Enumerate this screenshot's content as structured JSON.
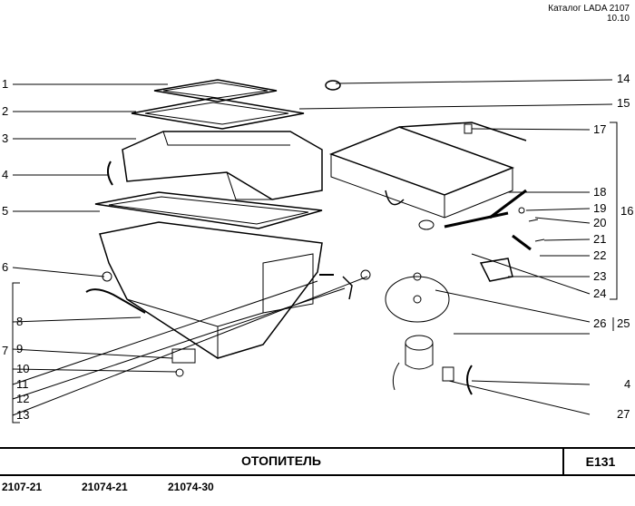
{
  "header": {
    "catalog": "Каталог LADA 2107",
    "version": "10.10"
  },
  "callouts_left": [
    "1",
    "2",
    "3",
    "4",
    "5",
    "6",
    "7",
    "8",
    "9",
    "10",
    "11",
    "12",
    "13"
  ],
  "callouts_right": [
    "14",
    "15",
    "16",
    "17",
    "18",
    "19",
    "20",
    "21",
    "22",
    "23",
    "24",
    "25",
    "26",
    "4",
    "27"
  ],
  "footer": {
    "title": "ОТОПИТЕЛЬ",
    "code": "E131",
    "models": [
      "2107-21",
      "21074-21",
      "21074-30"
    ]
  }
}
